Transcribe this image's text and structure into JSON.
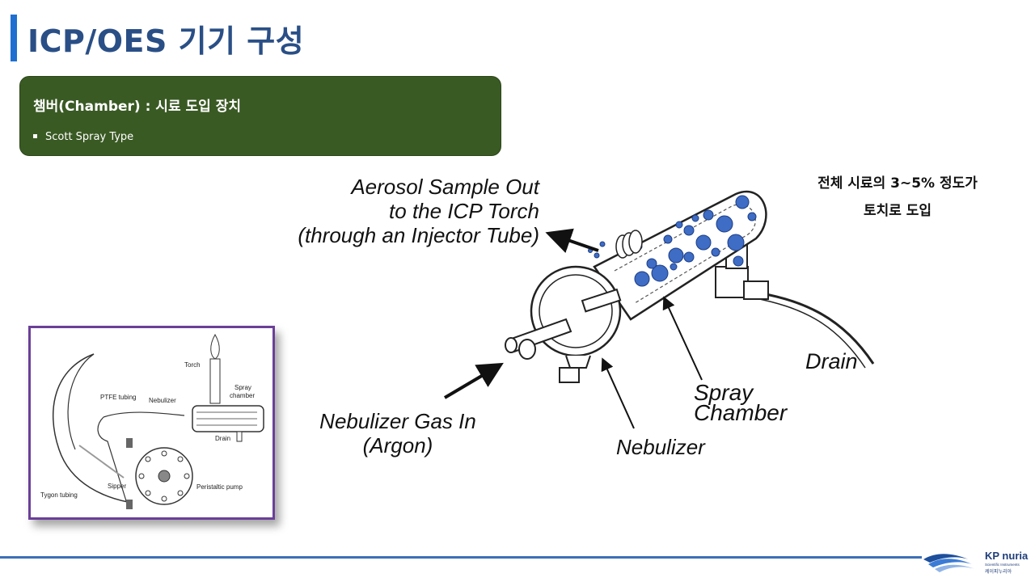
{
  "page": {
    "title": "ICP/OES 기기 구성"
  },
  "panel": {
    "heading": "챔버(Chamber) : 시료 도입 장치",
    "items": [
      "Scott Spray Type"
    ]
  },
  "note": {
    "line1": "전체 시료의 3~5% 정도가",
    "line2": "토치로 도입"
  },
  "diagram": {
    "aerosol_line1": "Aerosol Sample Out",
    "aerosol_line2": "to the ICP Torch",
    "aerosol_line3": "(through an Injector Tube)",
    "gas_line1": "Nebulizer Gas In",
    "gas_line2": "(Argon)",
    "nebulizer": "Nebulizer",
    "spray_line1": "Spray",
    "spray_line2": "Chamber",
    "drain": "Drain"
  },
  "inset": {
    "torch": "Torch",
    "spray_line1": "Spray",
    "spray_line2": "chamber",
    "ptfe": "PTFE tubing",
    "nebulizer": "Nebulizer",
    "drain": "Drain",
    "sipper": "Sipper",
    "tygon": "Tygon tubing",
    "pump": "Peristaltic pump"
  },
  "logo": {
    "name": "KP nuria",
    "tagline": "Scientific Instruments",
    "korean": "케이피누리아"
  },
  "colors": {
    "title": "#2a4f86",
    "accent_bar": "#1f6fd1",
    "panel_bg": "#3a5a24",
    "droplet": "#3f6cc4",
    "inset_border": "#6b3f98",
    "footer_line": "#3d6fb6"
  }
}
